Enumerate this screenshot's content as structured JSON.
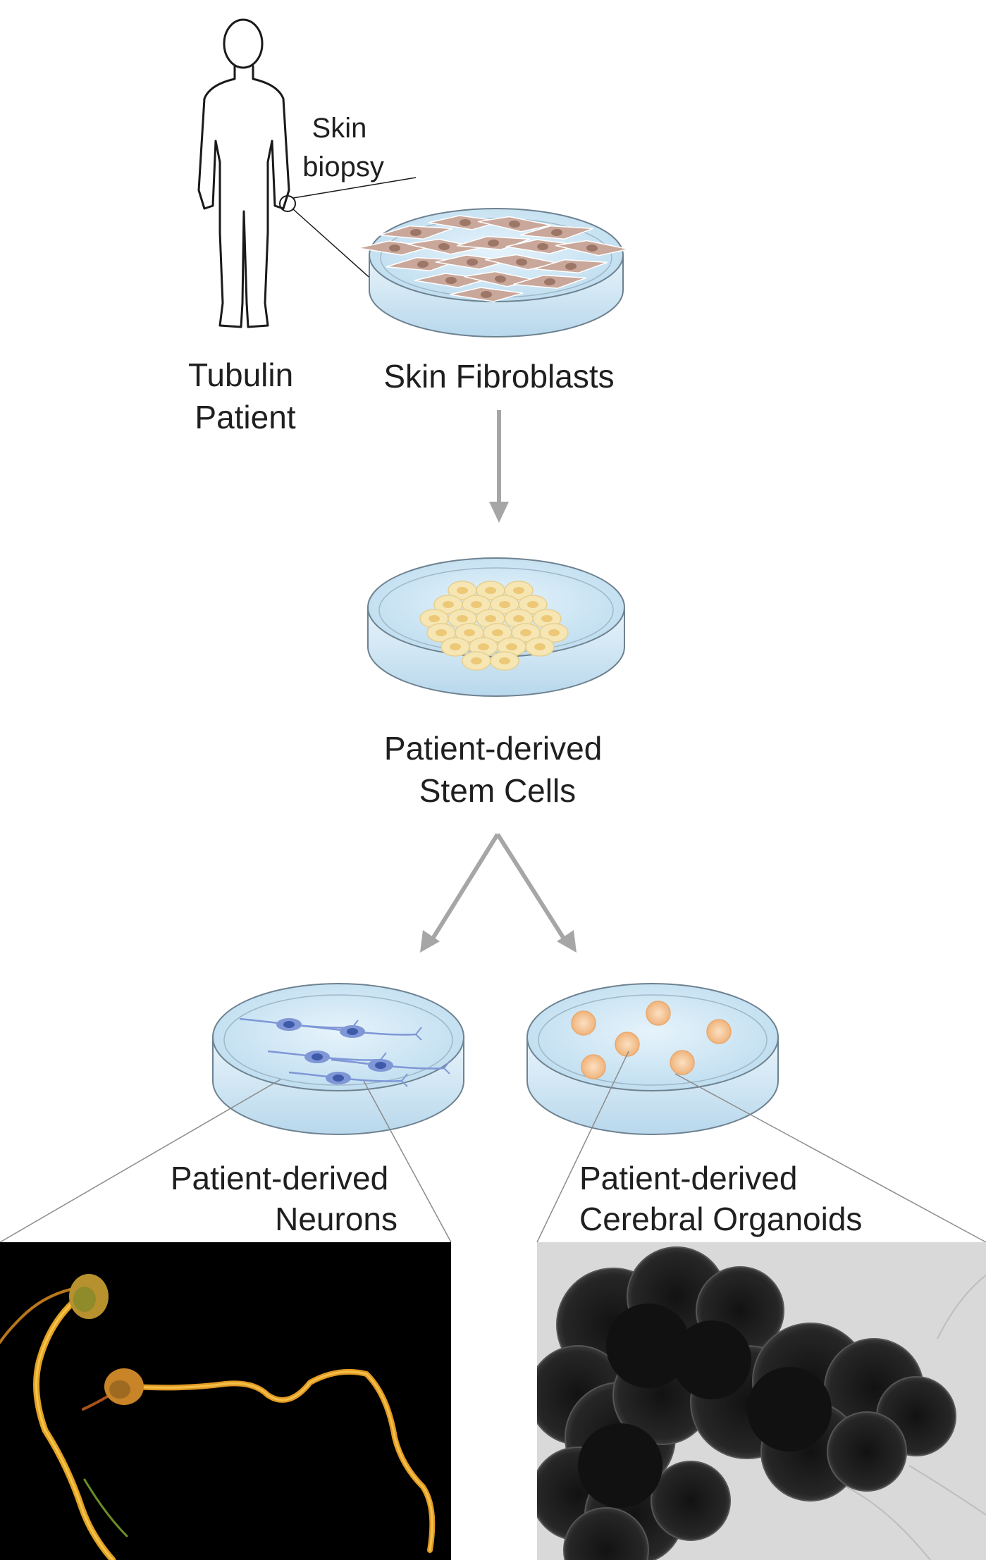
{
  "labels": {
    "biopsy": [
      "Skin",
      "biopsy"
    ],
    "patient": [
      "Tubulin",
      "Patient"
    ],
    "fibroblasts": "Skin Fibroblasts",
    "stem_cells": [
      "Patient-derived",
      "Stem Cells"
    ],
    "neurons": [
      "Patient-derived",
      "Neurons"
    ],
    "organoids": [
      "Patient-derived",
      "Cerebral Organoids"
    ]
  },
  "colors": {
    "text": "#1f1f1f",
    "arrow": "#a6a6a6",
    "dish_fill": "#d6ebf6",
    "dish_stroke": "#6e8290",
    "fibroblast_cell": "#c9a79a",
    "fibroblast_nucleus": "#9c7667",
    "stem_cell": "#f6e6b4",
    "stem_nucleus": "#ecc877",
    "neuron_cell": "#7f97d6",
    "neuron_nucleus": "#3e5aa8",
    "organoid": "#f5c69a",
    "neuron_micrograph_bg": "#000000",
    "neuron_stain": "#e9a62b",
    "organoid_micrograph_bg": "#d9d9d9",
    "organoid_tissue": "#1d1d1d"
  },
  "images": {
    "patient_silhouette": "human-body-outline",
    "neuron_micrograph": "neuron-fluorescence-micrograph",
    "organoid_micrograph": "cerebral-organoid-brightfield-micrograph"
  }
}
